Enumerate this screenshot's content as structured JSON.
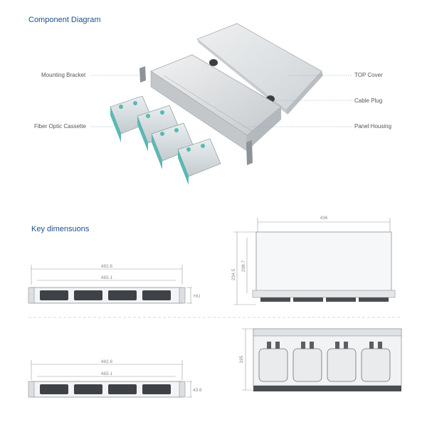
{
  "sections": {
    "component_title": "Component Diagram",
    "dimensions_title": "Key dimensuons"
  },
  "callouts": {
    "mounting_bracket": "Mounting Bracket",
    "fiber_optic_cassette": "Fiber Optic Cassette",
    "top_cover": "TOP Cover",
    "cable_plug": "Cable Plug",
    "panel_housing": "Panel Housing"
  },
  "dimensions": {
    "front1_width": "482.6",
    "front1_inner": "465.1",
    "front1_height": "HU",
    "front2_width": "482.6",
    "front2_inner": "465.1",
    "front2_height": "43.6",
    "top_width": "436",
    "top_depth_total": "234.5",
    "top_depth_inner": "208.7",
    "section_depth": "195"
  },
  "colors": {
    "heading": "#1f4e8c",
    "cassette": "#58b9b4",
    "metal": "#d9dcdf"
  }
}
